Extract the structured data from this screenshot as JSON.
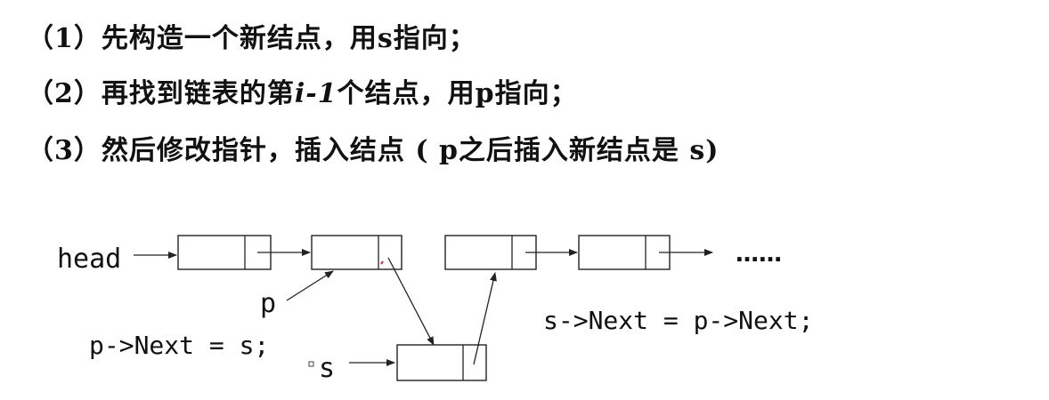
{
  "steps": {
    "step1": {
      "prefix": "（1）先构造一个新结点，用s指向；"
    },
    "step2": {
      "prefix": "（2）再找到链表的第",
      "italic": "i-1",
      "suffix": "个结点，用p指向；"
    },
    "step3": {
      "prefix": "（3）然后修改指针，插入结点 ( p之后插入新结点是 s)"
    }
  },
  "diagram": {
    "head_label": "head",
    "p_label": "p",
    "s_label": "s",
    "ellipsis": "……",
    "code_p_next": "p->Next = s;",
    "code_s_next": "s->Next = p->Next;"
  }
}
